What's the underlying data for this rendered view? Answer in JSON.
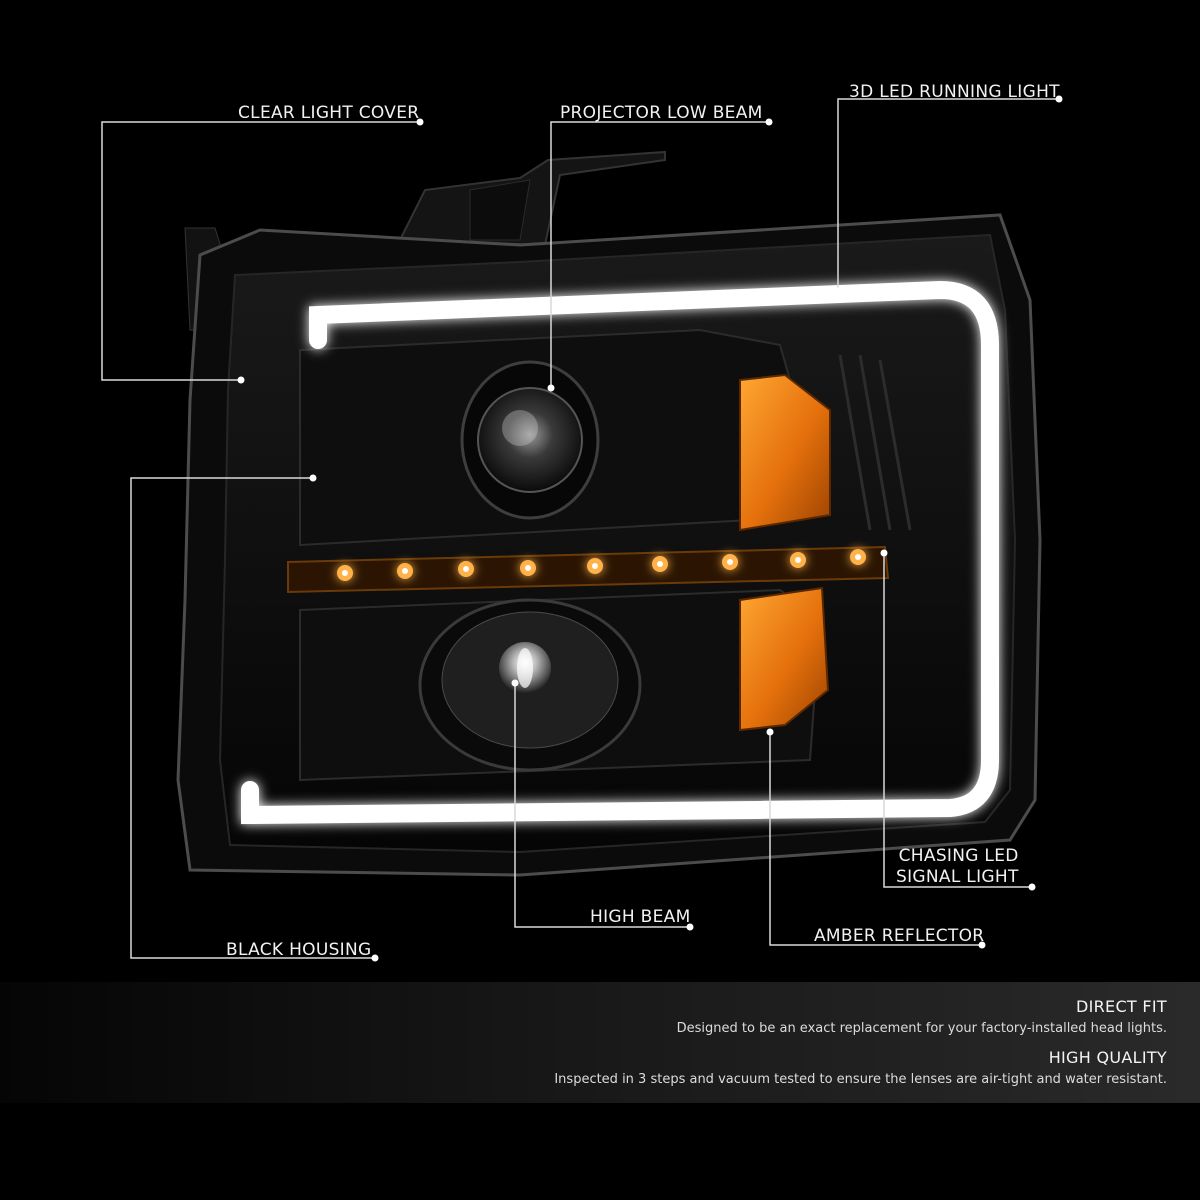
{
  "callouts": {
    "clear_light_cover": "CLEAR LIGHT COVER",
    "projector_low_beam": "PROJECTOR LOW BEAM",
    "led_running_light": "3D LED RUNNING LIGHT",
    "chasing_led_line1": "CHASING LED",
    "chasing_led_line2": "SIGNAL LIGHT",
    "high_beam": "HIGH BEAM",
    "amber_reflector": "AMBER REFLECTOR",
    "black_housing": "BLACK HOUSING"
  },
  "features": [
    {
      "title": "DIRECT FIT",
      "description": "Designed to be an exact replacement for your factory-installed head lights."
    },
    {
      "title": "HIGH QUALITY",
      "description": "Inspected in 3 steps and vacuum tested to ensure the lenses are air-tight and water resistant."
    }
  ],
  "colors": {
    "background": "#000000",
    "amber": "#f08a14",
    "led_white": "#ffffff",
    "callout_line": "#d9d9d9"
  }
}
